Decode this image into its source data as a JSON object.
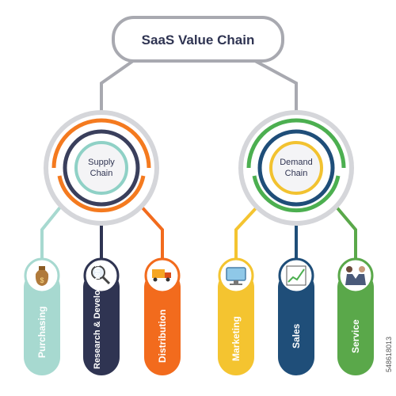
{
  "title": "SaaS Value Chain",
  "watermark_id": "548618013",
  "hubs": [
    {
      "line1": "Supply",
      "line2": "Chain",
      "ring_colors": [
        "#f47a1f",
        "#3a3f5c",
        "#8fd1c6"
      ]
    },
    {
      "line1": "Demand",
      "line2": "Chain",
      "ring_colors": [
        "#4caf50",
        "#1f4e79",
        "#f2c230"
      ]
    }
  ],
  "items": [
    {
      "label": "Purchasing",
      "color": "#a7d9d0",
      "icon": "money-bag-icon"
    },
    {
      "label": "Research & Development",
      "color": "#2f3452",
      "icon": "magnifier-icon"
    },
    {
      "label": "Distribution",
      "color": "#f26b1d",
      "icon": "delivery-truck-icon"
    },
    {
      "label": "Marketing",
      "color": "#f4c430",
      "icon": "computer-monitor-icon"
    },
    {
      "label": "Sales",
      "color": "#1f4e79",
      "icon": "growth-chart-icon"
    },
    {
      "label": "Service",
      "color": "#5aa84a",
      "icon": "handshake-icon"
    }
  ]
}
